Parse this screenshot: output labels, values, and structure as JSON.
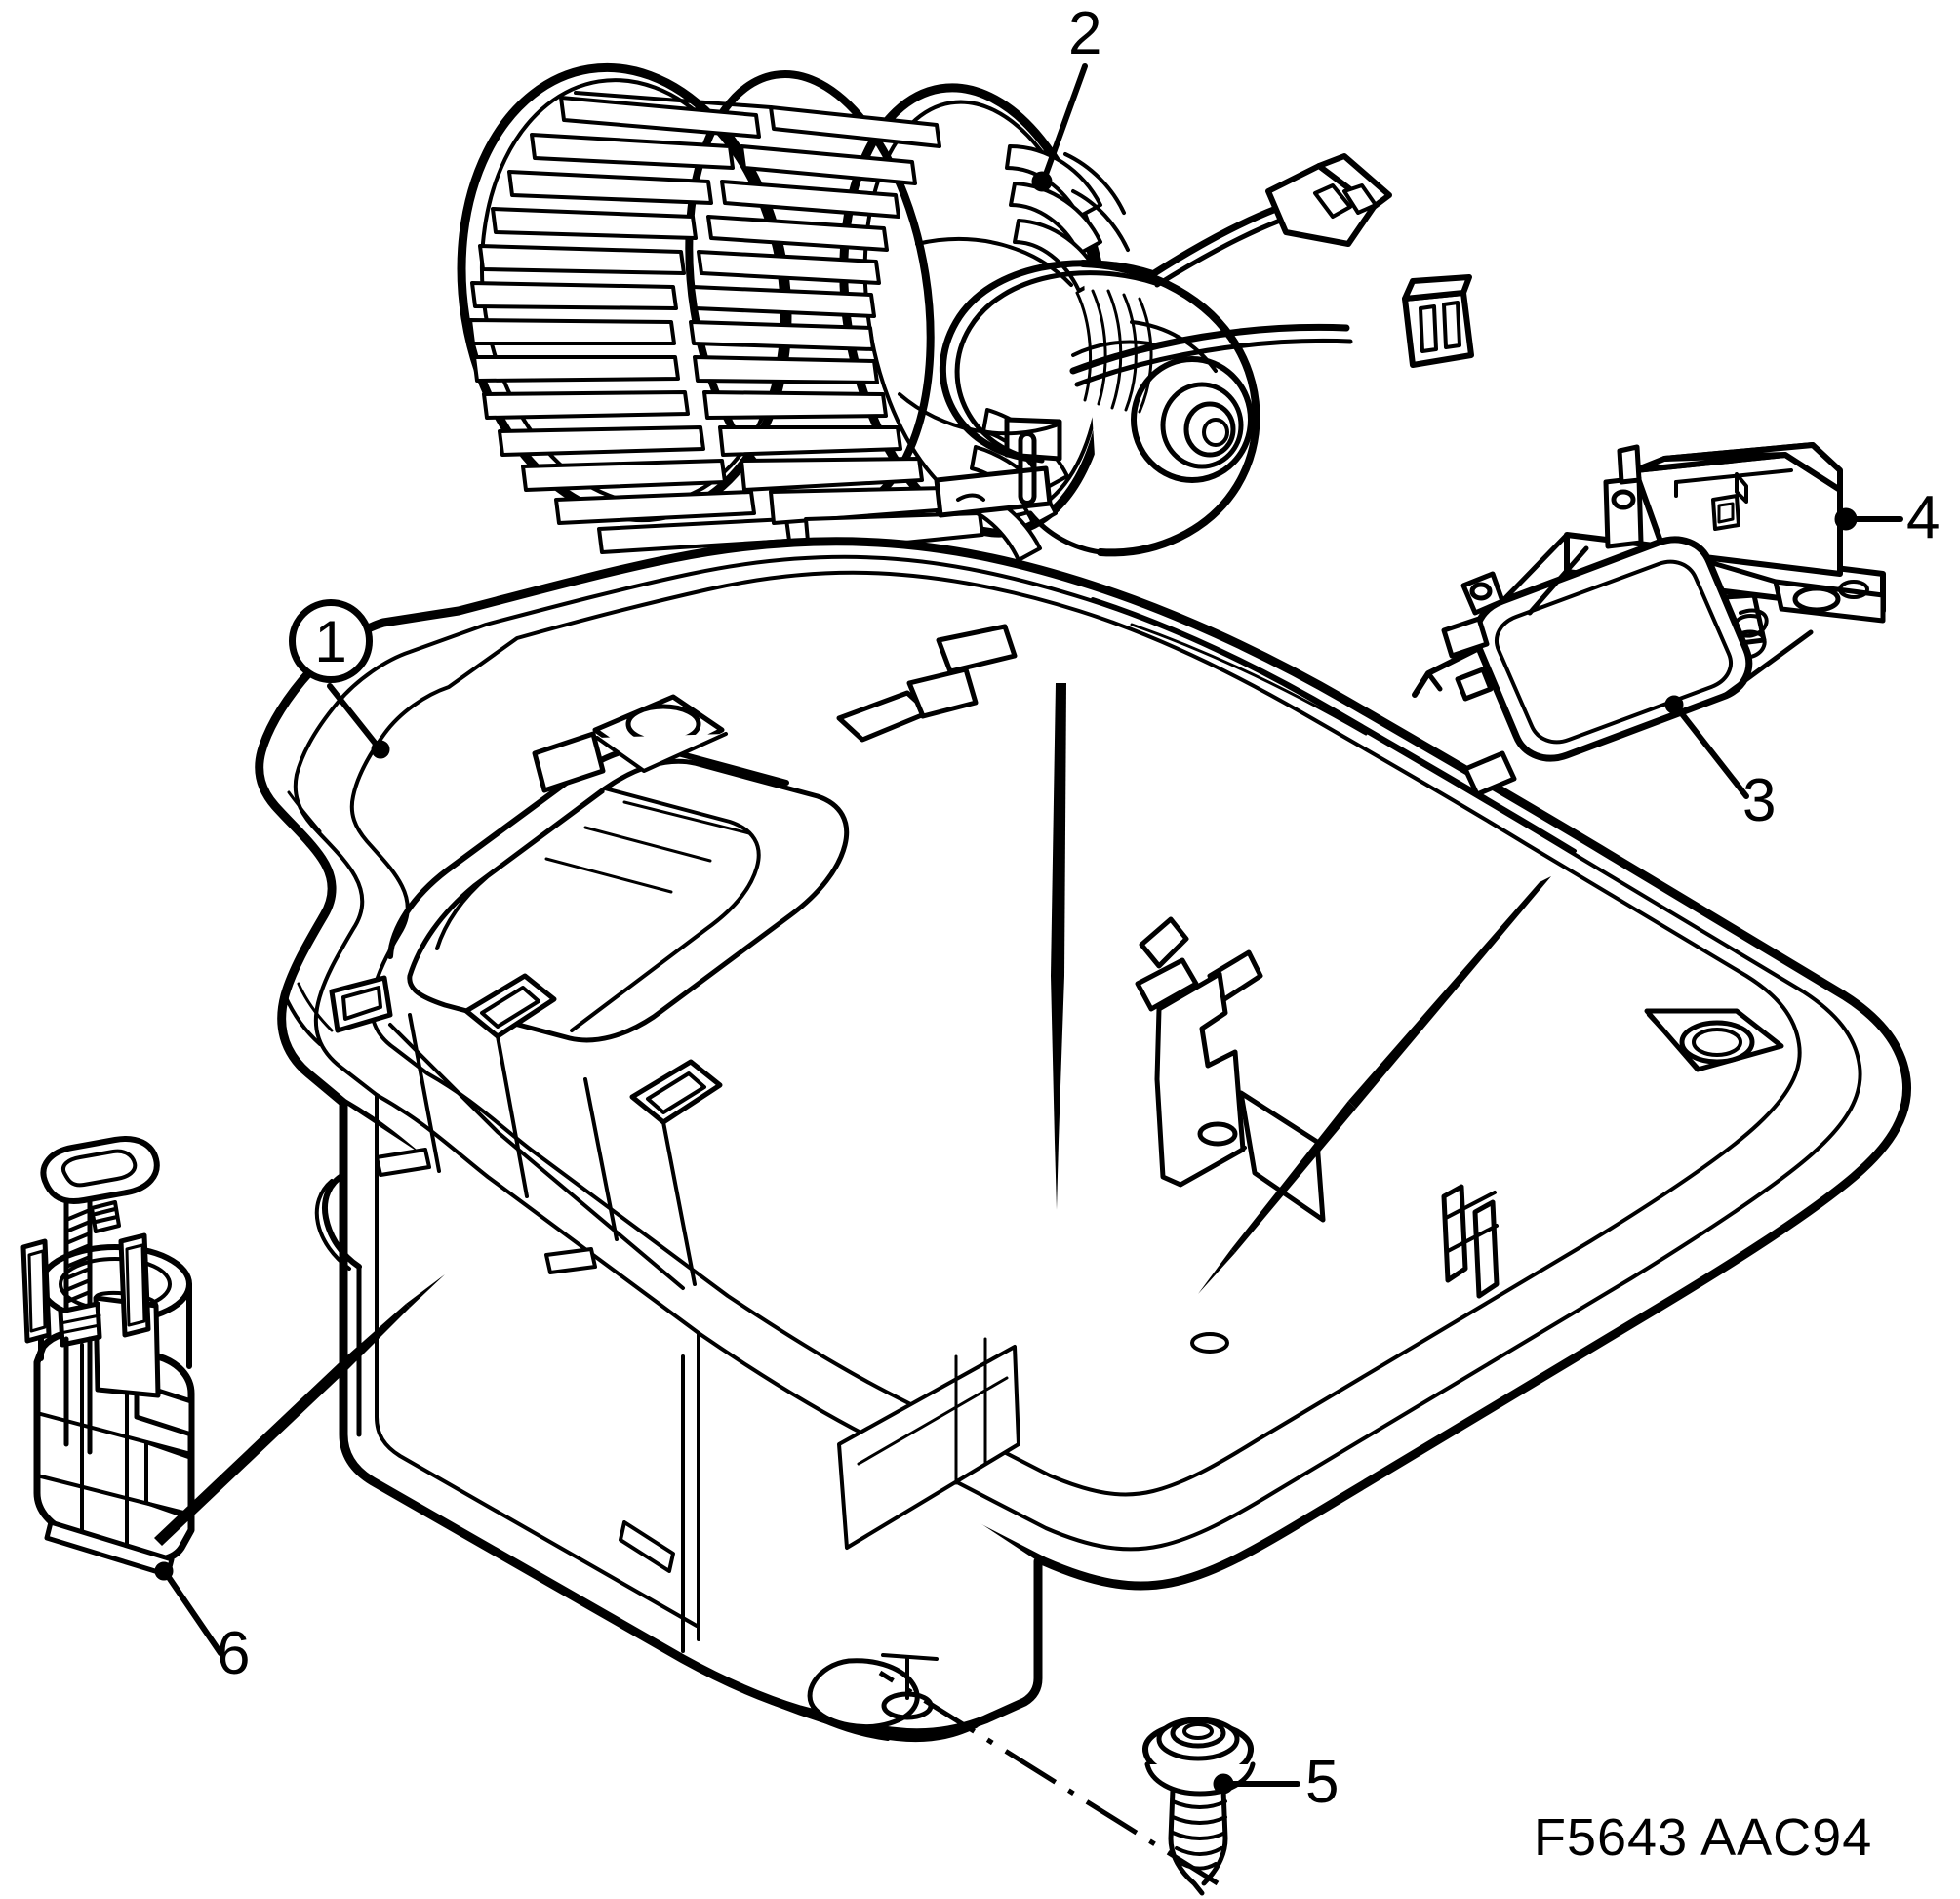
{
  "diagram": {
    "caption": "F5643 AAC94",
    "title": "Heater / blower housing exploded view",
    "background_color": "#ffffff",
    "line_color": "#000000",
    "callouts": [
      {
        "id": "1",
        "label": "1",
        "style": "circled",
        "part": "blower housing / case",
        "leader": "dot-ended leader to housing upper flange"
      },
      {
        "id": "2",
        "label": "2",
        "style": "plain",
        "part": "blower motor with fan wheel",
        "leader": "dot-ended leader to fan wheel rim"
      },
      {
        "id": "3",
        "label": "3",
        "style": "plain",
        "part": "blower resistor",
        "leader": "dot-ended leader to resistor body"
      },
      {
        "id": "4",
        "label": "4",
        "style": "plain",
        "part": "connector housing",
        "leader": "dot-ended horizontal leader to connector block"
      },
      {
        "id": "5",
        "label": "5",
        "style": "plain",
        "part": "self-tapping screw with washer",
        "leader": "dot-ended horizontal leader to screw shank"
      },
      {
        "id": "6",
        "label": "6",
        "style": "plain",
        "part": "recirculation actuator / sensor",
        "leader": "dot-ended leader to actuator base"
      }
    ],
    "assembly_arrows": [
      {
        "from": "2",
        "to": "1",
        "note": "blower drops vertically into housing"
      },
      {
        "from": "3",
        "to": "1",
        "note": "resistor inserts into housing side wall"
      },
      {
        "from": "6",
        "to": "1",
        "note": "actuator mounts to housing left wall"
      },
      {
        "from": "5",
        "to": "1",
        "note": "screw into housing flange hole (centerline)"
      }
    ]
  }
}
